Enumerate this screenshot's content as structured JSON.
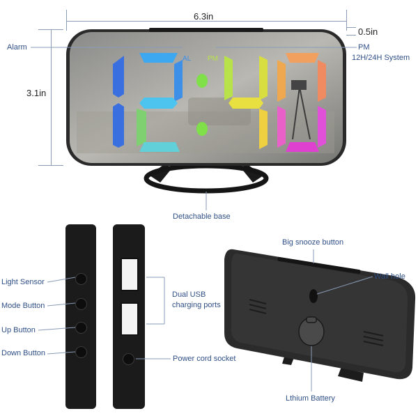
{
  "dimensions": {
    "width": "6.3in",
    "height": "3.1in",
    "depth": "0.5in"
  },
  "front_labels": {
    "alarm": "Alarm",
    "pm": "PM",
    "system": "12H/24H System",
    "base": "Detachable base"
  },
  "display": {
    "al_indicator": "AL",
    "pm_indicator": "PM",
    "time": "12:40"
  },
  "side_labels": {
    "light_sensor": "Light Sensor",
    "mode_button": "Mode Button",
    "up_button": "Up Button",
    "down_button": "Down Button",
    "usb_ports_line1": "Dual USB",
    "usb_ports_line2": "charging ports",
    "power_socket": "Power cord socket"
  },
  "back_labels": {
    "snooze": "Big snooze button",
    "wall_hole": "Wall hole",
    "battery": "Lthium Battery"
  },
  "colors": {
    "label": "#2f4f86",
    "digit_blue": "#3a6fe0",
    "digit_cyan": "#4cc4ef",
    "digit_green": "#9ee24a",
    "digit_yellow": "#e8e040",
    "digit_orange": "#f0a050",
    "digit_magenta": "#e040d0"
  }
}
